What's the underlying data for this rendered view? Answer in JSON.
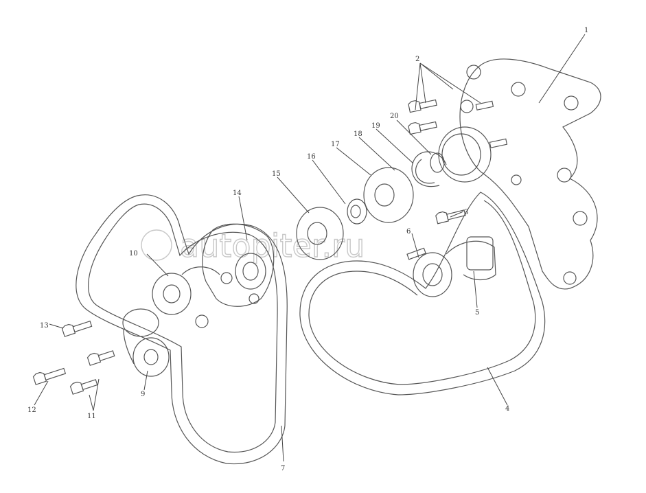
{
  "diagram": {
    "labels": {
      "l1": "1",
      "l2": "2",
      "l3": "3",
      "l4": "4",
      "l5": "5",
      "l6": "6",
      "l7": "7",
      "l9": "9",
      "l10": "10",
      "l11": "11",
      "l12": "12",
      "l13": "13",
      "l14": "14",
      "l15": "15",
      "l16": "16",
      "l17": "17",
      "l18": "18",
      "l19": "19",
      "l20": "20"
    },
    "watermark": "autopiter.ru",
    "colors": {
      "line": "#555555",
      "watermark": "#c8c8c8",
      "background": "#ffffff"
    }
  }
}
